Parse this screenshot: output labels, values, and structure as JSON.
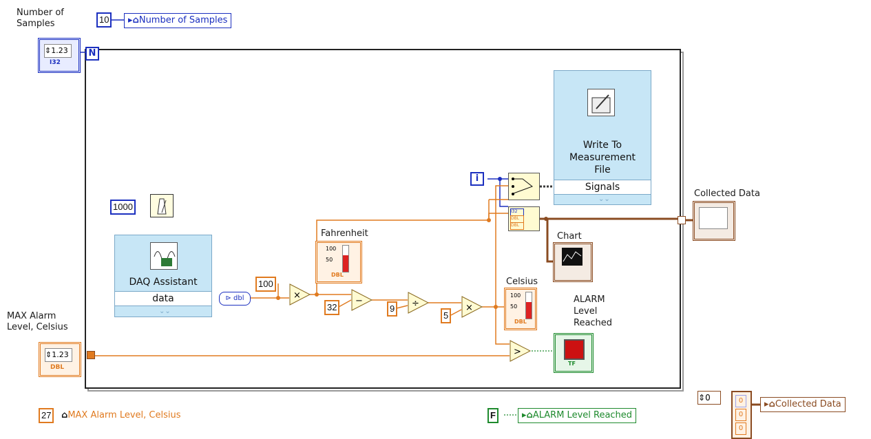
{
  "labels": {
    "number_of_samples": "Number of\nSamples",
    "max_alarm": "MAX Alarm\nLevel, Celsius",
    "fahrenheit": "Fahrenheit",
    "celsius": "Celsius",
    "chart": "Chart",
    "alarm_level_reached": "ALARM\nLevel\nReached",
    "collected_data": "Collected Data"
  },
  "constants": {
    "num_samples_value": "10",
    "wait_ms": "1000",
    "multiplier": "100",
    "subtract": "32",
    "divide": "9",
    "multiply": "5",
    "max_alarm_value": "27",
    "alarm_default": "F",
    "array_index": "0",
    "array_values": [
      "0",
      "0",
      "0"
    ]
  },
  "property_nodes": {
    "num_samples": "Number of Samples",
    "max_alarm": "MAX Alarm Level, Celsius",
    "alarm": "ALARM Level Reached",
    "collected": "Collected Data"
  },
  "express_vis": {
    "daq": {
      "title": "DAQ Assistant",
      "terminal": "data"
    },
    "write_file": {
      "title": "Write To\nMeasurement\nFile",
      "terminal": "Signals"
    }
  },
  "loop": {
    "count_terminal": "N",
    "iteration_terminal": "i"
  },
  "controls": {
    "numeric_text": "1.23",
    "int_tag": "I32",
    "dbl_tag": "DBL",
    "tf_tag": "TF",
    "thermo_top": "100",
    "thermo_mid": "50"
  },
  "operators": {
    "multiply": "×",
    "subtract": "−",
    "divide": "÷",
    "greater": ">"
  },
  "colors": {
    "int_wire": "#1b2fbf",
    "dbl_wire": "#e07a1f",
    "bool_wire": "#1e8a2d",
    "cluster_wire": "#8a4b21",
    "express_bg": "#c7e6f6"
  }
}
